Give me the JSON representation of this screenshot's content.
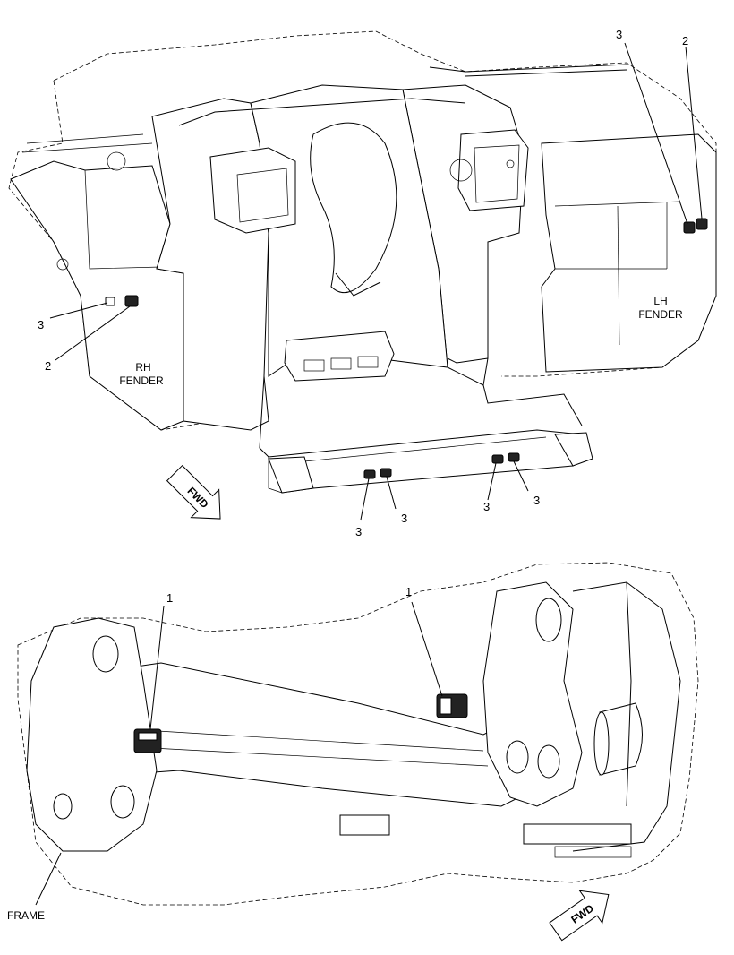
{
  "colors": {
    "ink": "#000000",
    "paper": "#ffffff"
  },
  "top_view": {
    "callouts": [
      {
        "id": "c3a",
        "text": "3"
      },
      {
        "id": "c2a",
        "text": "2"
      },
      {
        "id": "c3b",
        "text": "3"
      },
      {
        "id": "c2b",
        "text": "2"
      },
      {
        "id": "c3c",
        "text": "3"
      },
      {
        "id": "c3d",
        "text": "3"
      },
      {
        "id": "c3e",
        "text": "3"
      },
      {
        "id": "c3f",
        "text": "3"
      }
    ],
    "labels": {
      "rh_fender_line1": "RH",
      "rh_fender_line2": "FENDER",
      "lh_fender_line1": "LH",
      "lh_fender_line2": "FENDER"
    },
    "fwd_arrow": {
      "text": "FWD",
      "icon": "fwd-arrow-icon"
    }
  },
  "bottom_view": {
    "callouts": [
      {
        "id": "c1a",
        "text": "1"
      },
      {
        "id": "c1b",
        "text": "1"
      }
    ],
    "labels": {
      "frame": "FRAME"
    },
    "fwd_arrow": {
      "text": "FWD",
      "icon": "fwd-arrow-icon"
    }
  }
}
